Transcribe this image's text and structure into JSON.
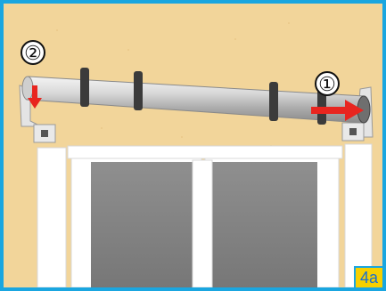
{
  "steps": [
    {
      "marker": "②"
    },
    {
      "marker": "①"
    }
  ],
  "badge": {
    "label": "4a"
  },
  "colors": {
    "border": "#1aa6e0",
    "wall": "#f2d59a",
    "arrow": "#e8251f",
    "badge_bg": "#f7d000",
    "badge_text": "#1a6fd0"
  },
  "icons": {
    "arrow_left": "down-arrow-icon",
    "arrow_right": "right-arrow-icon"
  }
}
